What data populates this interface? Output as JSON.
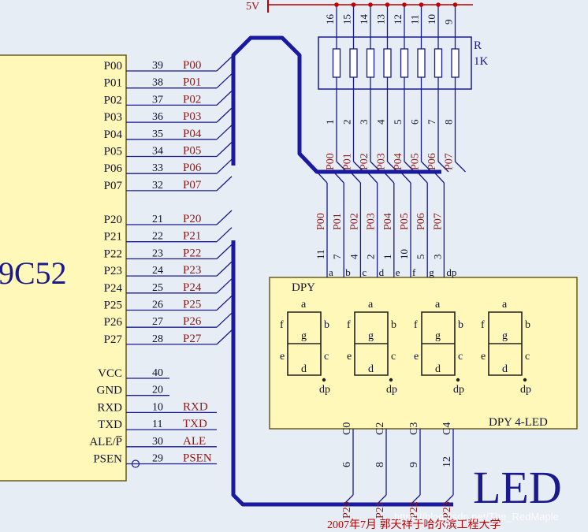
{
  "colors": {
    "background": "#e6edf5",
    "wire": "#1a1a8c",
    "bus": "#1a1aa0",
    "chip_fill": "#fff8b8",
    "chip_stroke": "#6a5a1a",
    "label_red": "#8b1a1a",
    "text_dark": "#101030",
    "power_red": "#c00000"
  },
  "chip": {
    "name_partial": "9C52",
    "pins": [
      {
        "name": "P00",
        "num": "39",
        "net": "P00"
      },
      {
        "name": "P01",
        "num": "38",
        "net": "P01"
      },
      {
        "name": "P02",
        "num": "37",
        "net": "P02"
      },
      {
        "name": "P03",
        "num": "36",
        "net": "P03"
      },
      {
        "name": "P04",
        "num": "35",
        "net": "P04"
      },
      {
        "name": "P05",
        "num": "34",
        "net": "P05"
      },
      {
        "name": "P06",
        "num": "33",
        "net": "P06"
      },
      {
        "name": "P07",
        "num": "32",
        "net": "P07"
      },
      {
        "name": "P20",
        "num": "21",
        "net": "P20"
      },
      {
        "name": "P21",
        "num": "22",
        "net": "P21"
      },
      {
        "name": "P22",
        "num": "23",
        "net": "P22"
      },
      {
        "name": "P23",
        "num": "24",
        "net": "P23"
      },
      {
        "name": "P24",
        "num": "25",
        "net": "P24"
      },
      {
        "name": "P25",
        "num": "26",
        "net": "P25"
      },
      {
        "name": "P26",
        "num": "27",
        "net": "P26"
      },
      {
        "name": "P27",
        "num": "28",
        "net": "P27"
      },
      {
        "name": "VCC",
        "num": "40",
        "net": ""
      },
      {
        "name": "GND",
        "num": "20",
        "net": ""
      },
      {
        "name": "RXD",
        "num": "10",
        "net": "RXD"
      },
      {
        "name": "TXD",
        "num": "11",
        "net": "TXD"
      },
      {
        "name": "ALE/P̅",
        "num": "30",
        "net": "ALE"
      },
      {
        "name": "PSEN",
        "num": "29",
        "net": "PSEN"
      }
    ]
  },
  "power": {
    "label": "5V"
  },
  "resistor": {
    "ref": "R",
    "value": "1K",
    "top_pins": [
      "16",
      "15",
      "14",
      "13",
      "12",
      "11",
      "10",
      "9"
    ],
    "bottom_pins": [
      "1",
      "2",
      "3",
      "4",
      "5",
      "6",
      "7",
      "8"
    ],
    "nets": [
      "P00",
      "P01",
      "P02",
      "P03",
      "P04",
      "P05",
      "P06",
      "P07"
    ]
  },
  "display": {
    "ref": "DPY",
    "name": "DPY 4-LED",
    "seg_nets": [
      "P00",
      "P01",
      "P02",
      "P03",
      "P04",
      "P05",
      "P06",
      "P07"
    ],
    "seg_pins": [
      "11",
      "7",
      "4",
      "2",
      "1",
      "10",
      "5",
      "3"
    ],
    "seg_letters": [
      "a",
      "b",
      "c",
      "d",
      "e",
      "f",
      "g",
      "dp"
    ],
    "digit": {
      "a": "a",
      "b": "b",
      "c": "c",
      "d": "d",
      "e": "e",
      "f": "f",
      "g": "g",
      "dp": "dp"
    },
    "commons": [
      "C0",
      "C2",
      "C3",
      "C4"
    ],
    "common_pins": [
      "6",
      "8",
      "9",
      "12"
    ],
    "common_nets": [
      "P20",
      "P21",
      "P22",
      "P23"
    ]
  },
  "caption": "LED",
  "footer": "2007年7月  郭天祥于哈尔滨工程大学",
  "watermark": "https://blog.csdn.net/The_RedMaple"
}
